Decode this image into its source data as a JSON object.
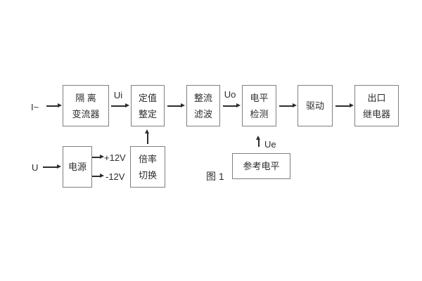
{
  "figure": {
    "caption": "图 1"
  },
  "signals": {
    "input_current": "I~",
    "supply_input": "U",
    "ui": "Ui",
    "uo": "Uo",
    "ue": "Ue",
    "rail_positive": "+12V",
    "rail_negative": "-12V"
  },
  "blocks": {
    "isolation_transformer": {
      "line1": "隔 离",
      "line2": "变流器"
    },
    "setting_adjust": {
      "line1": "定值",
      "line2": "整定"
    },
    "rectifier_filter": {
      "line1": "整流",
      "line2": "滤波"
    },
    "level_detector": {
      "line1": "电平",
      "line2": "检测"
    },
    "driver": {
      "line1": "驱动"
    },
    "output_relay": {
      "line1": "出口",
      "line2": "继电器"
    },
    "power_supply": {
      "line1": "电源"
    },
    "ratio_switch": {
      "line1": "倍率",
      "line2": "切换"
    },
    "reference_level": {
      "line1": "参考电平"
    }
  },
  "colors": {
    "background": "#ffffff",
    "box_border": "#7f7f7f",
    "text": "#2d2d2d",
    "line": "#2d2d2d"
  }
}
